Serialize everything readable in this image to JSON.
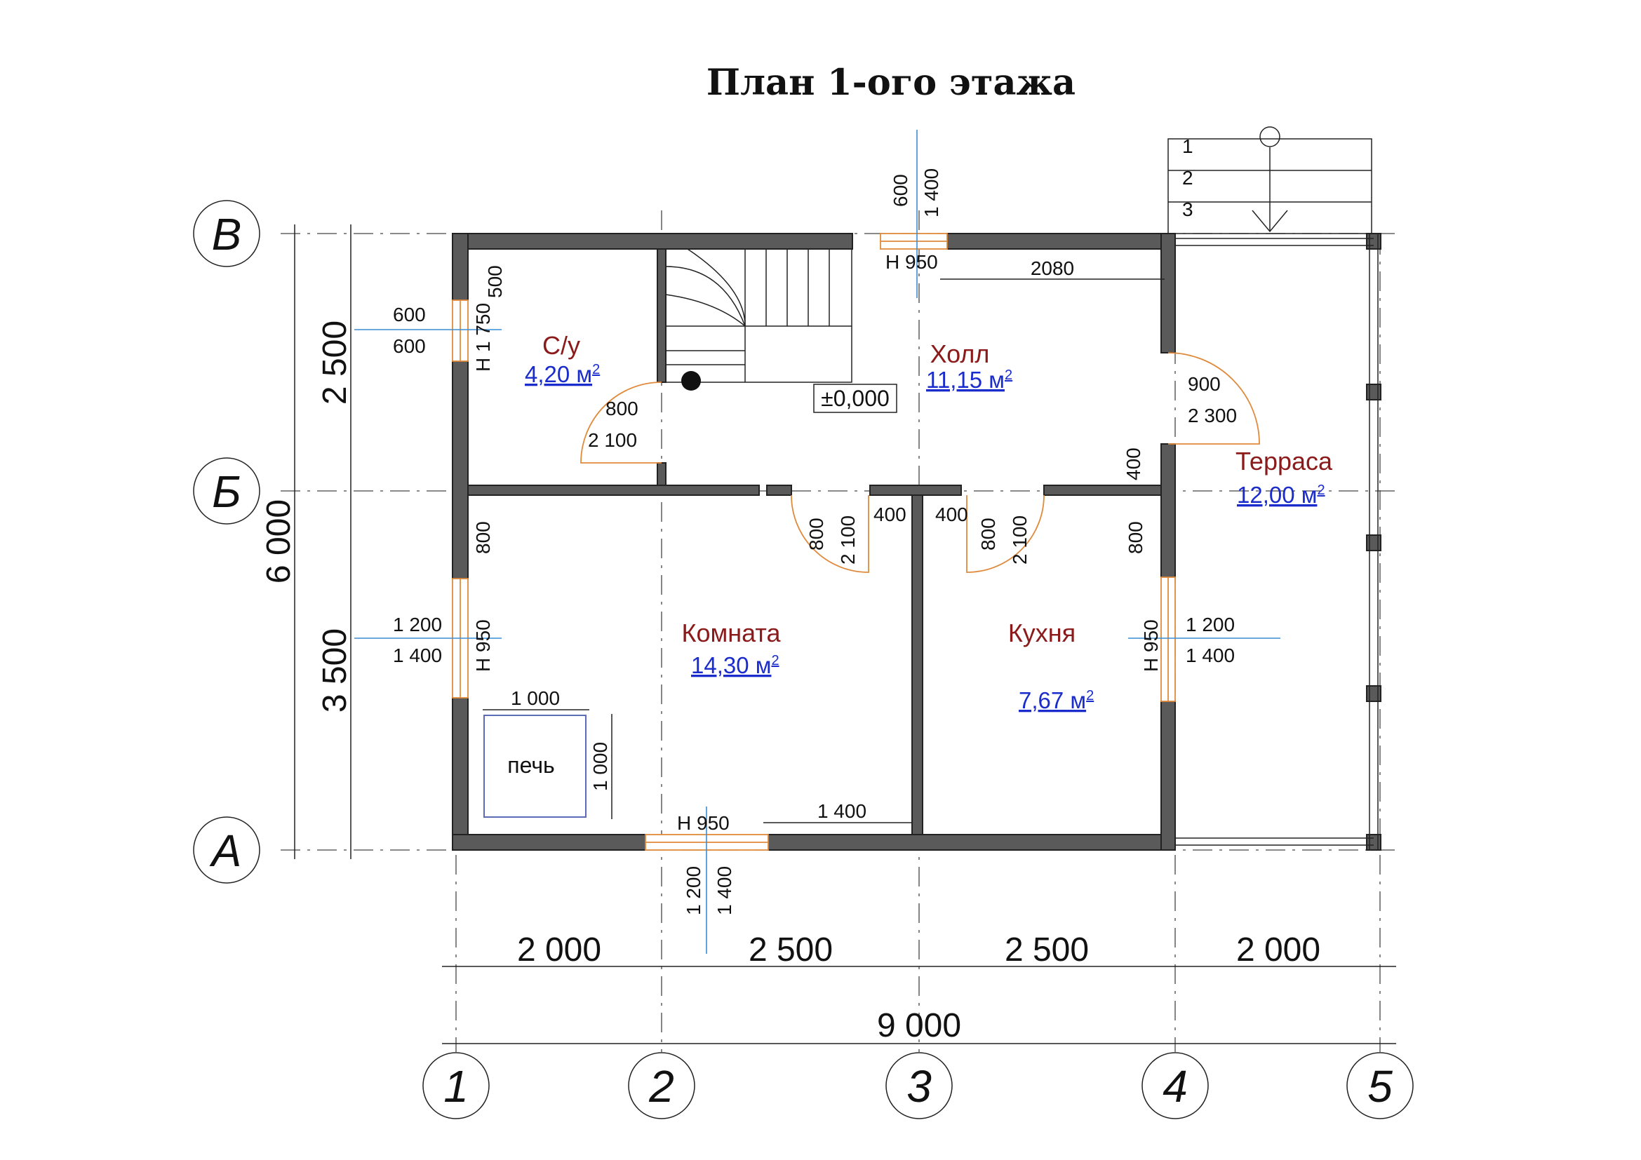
{
  "title": "План 1-ого этажа",
  "rooms": [
    {
      "name": "С/у",
      "area": "4,20 м",
      "sup": "2"
    },
    {
      "name": "Холл",
      "area": "11,15 м",
      "sup": "2"
    },
    {
      "name": "Терраса",
      "area": "12,00 м",
      "sup": "2"
    },
    {
      "name": "Комната",
      "area": "14,30 м",
      "sup": "2"
    },
    {
      "name": "Кухня",
      "area": "7,67 м",
      "sup": "2"
    }
  ],
  "level_mark": "±0,000",
  "stove_label": "печь",
  "axes_columns": [
    "1",
    "2",
    "3",
    "4",
    "5"
  ],
  "axes_rows": [
    "В",
    "Б",
    "А"
  ],
  "bottom_dims": [
    "2 000",
    "2 500",
    "2 500",
    "2 000"
  ],
  "total_dim": "9 000",
  "left_dims": [
    "2 500",
    "3 500"
  ],
  "left_total": "6 000",
  "opening_labels": {
    "win_top_w": "600",
    "win_top_h": "1 400",
    "win_top_sill": "Н 950",
    "hall_wall": "2080",
    "bath_win_w": "600",
    "bath_win_h": "600",
    "bath_win_sill": "Н 1 750",
    "bath_win_off": "500",
    "bath_door_w": "800",
    "bath_door_h": "2 100",
    "terrace_door_w": "900",
    "terrace_door_h": "2 300",
    "terrace_wall": "400",
    "room_door_w": "800",
    "room_door_h": "2 100",
    "pier_left": "400",
    "pier_right": "400",
    "kitchen_door_w": "800",
    "kitchen_door_h": "2 100",
    "room_win_off": "800",
    "room_win_w": "1 200",
    "room_win_h": "1 400",
    "room_win_sill": "Н 950",
    "kitchen_win_off": "800",
    "kitchen_win_w": "1 200",
    "kitchen_win_h": "1 400",
    "kitchen_win_sill": "Н 950",
    "stove_w": "1 000",
    "stove_h": "1 000",
    "bottom_win_sill": "Н 950",
    "bottom_win_w": "1 200",
    "bottom_win_h": "1 400",
    "bottom_wall": "1 400"
  },
  "stair_numbers": [
    "1",
    "2",
    "3"
  ]
}
